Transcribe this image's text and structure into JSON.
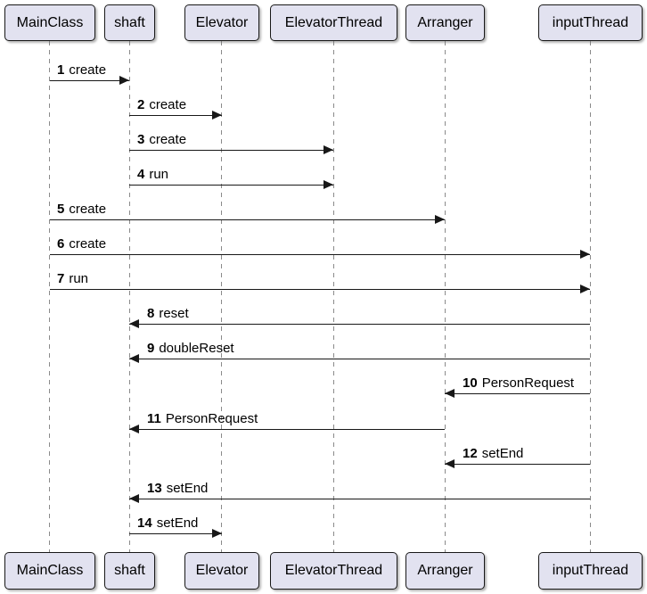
{
  "diagram": {
    "type": "uml-sequence-diagram"
  },
  "participants": [
    {
      "label": "MainClass"
    },
    {
      "label": "shaft"
    },
    {
      "label": "Elevator"
    },
    {
      "label": "ElevatorThread"
    },
    {
      "label": "Arranger"
    },
    {
      "label": "inputThread"
    }
  ],
  "messages": [
    {
      "num": "1",
      "text": "create",
      "from": "MainClass",
      "to": "shaft"
    },
    {
      "num": "2",
      "text": "create",
      "from": "shaft",
      "to": "Elevator"
    },
    {
      "num": "3",
      "text": "create",
      "from": "shaft",
      "to": "ElevatorThread"
    },
    {
      "num": "4",
      "text": "run",
      "from": "shaft",
      "to": "ElevatorThread"
    },
    {
      "num": "5",
      "text": "create",
      "from": "MainClass",
      "to": "Arranger"
    },
    {
      "num": "6",
      "text": "create",
      "from": "MainClass",
      "to": "inputThread"
    },
    {
      "num": "7",
      "text": "run",
      "from": "MainClass",
      "to": "inputThread"
    },
    {
      "num": "8",
      "text": "reset",
      "from": "inputThread",
      "to": "shaft"
    },
    {
      "num": "9",
      "text": "doubleReset",
      "from": "inputThread",
      "to": "shaft"
    },
    {
      "num": "10",
      "text": "PersonRequest",
      "from": "inputThread",
      "to": "Arranger"
    },
    {
      "num": "11",
      "text": "PersonRequest",
      "from": "Arranger",
      "to": "shaft"
    },
    {
      "num": "12",
      "text": "setEnd",
      "from": "inputThread",
      "to": "Arranger"
    },
    {
      "num": "13",
      "text": "setEnd",
      "from": "inputThread",
      "to": "shaft"
    },
    {
      "num": "14",
      "text": "setEnd",
      "from": "shaft",
      "to": "Elevator"
    }
  ],
  "colors": {
    "background": "#FFFFFF",
    "participant_fill": "#E2E2F0",
    "participant_border": "#181818",
    "lifeline": "#8A8A8A",
    "arrow": "#181818",
    "text": "#000000"
  }
}
